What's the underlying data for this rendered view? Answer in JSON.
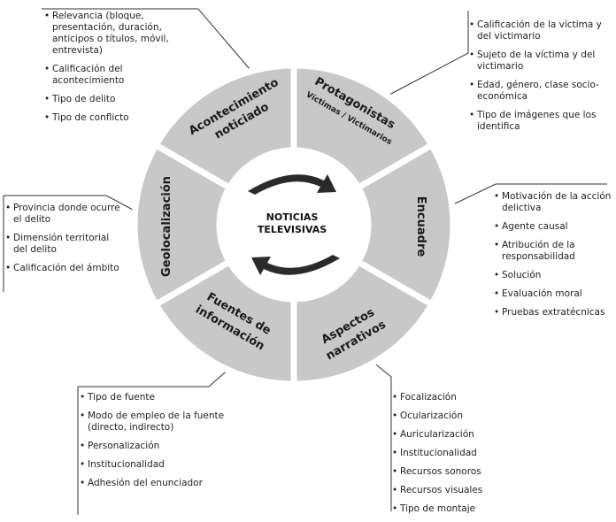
{
  "center": {
    "line1": "NOTICIAS",
    "line2": "TELEVISIVAS"
  },
  "segments": {
    "acontecimiento": {
      "line1": "Acontecimiento",
      "line2": "noticiado"
    },
    "protagonistas": {
      "title": "Protagonistas",
      "subtitle": "Víctimas / Victimarios"
    },
    "encuadre": {
      "title": "Encuadre"
    },
    "aspectos": {
      "line1": "Aspectos",
      "line2": "narrativos"
    },
    "fuentes": {
      "line1": "Fuentes de",
      "line2": "información"
    },
    "geolocalizacion": {
      "title": "Geolocalización"
    }
  },
  "lists": {
    "acontecimiento": [
      "Relevancia (bloque, presentación, duración, anticipos o títulos, móvil, entrevista)",
      "Calificación del acontecimiento",
      "Tipo de delito",
      "Tipo de conflicto"
    ],
    "protagonistas": [
      "Calificación de la víctima y del victimario",
      "Sujeto de la víctima y del victimario",
      "Edad, género, clase socio-económica",
      "Tipo de imágenes que los identifica"
    ],
    "encuadre": [
      "Motivación de la acción delictiva",
      "Agente causal",
      "Atribución de la responsabilidad",
      "Solución",
      "Evaluación moral",
      "Pruebas extratécnicas"
    ],
    "aspectos": [
      "Focalización",
      "Ocularización",
      "Auricularización",
      "Institucionalidad",
      "Recursos sonoros",
      "Recursos visuales",
      "Tipo de montaje"
    ],
    "fuentes": [
      "Tipo de fuente",
      "Modo de empleo de la fuente (directo, indirecto)",
      "Personalización",
      "Institucionalidad",
      "Adhesión del enunciador"
    ],
    "geolocalizacion": [
      "Provincia donde ocurre el delito",
      "Dimensión territorial del delito",
      "Calificación del ámbito"
    ]
  }
}
